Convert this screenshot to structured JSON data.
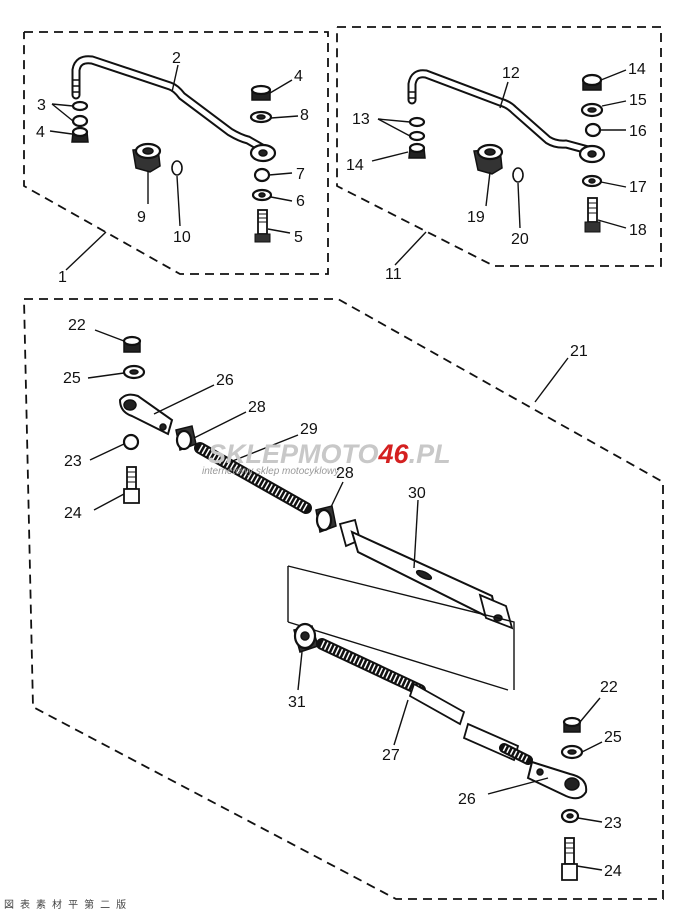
{
  "diagram": {
    "group_labels": {
      "a": "1",
      "b": "11",
      "c": "21"
    },
    "callouts": {
      "n2": "2",
      "n3": "3",
      "n4a": "4",
      "n4b": "4",
      "n5": "5",
      "n6": "6",
      "n7": "7",
      "n8": "8",
      "n9": "9",
      "n10": "10",
      "n12": "12",
      "n13": "13",
      "n14a": "14",
      "n14b": "14",
      "n15": "15",
      "n16": "16",
      "n17": "17",
      "n18": "18",
      "n19": "19",
      "n20": "20",
      "n22a": "22",
      "n22b": "22",
      "n23a": "23",
      "n23b": "23",
      "n24a": "24",
      "n24b": "24",
      "n25a": "25",
      "n25b": "25",
      "n26a": "26",
      "n26b": "26",
      "n27": "27",
      "n28a": "28",
      "n28b": "28",
      "n29": "29",
      "n30": "30",
      "n31": "31"
    }
  },
  "watermark": {
    "brand_a": "SKLEPMOTO",
    "brand_b": "46",
    "brand_c": ".PL",
    "tagline": "internetowy sklep motocyklowy",
    "color_gray": "#c8c8c8",
    "color_red": "#d42020"
  },
  "footer": {
    "code": "図 表 素 材  平  第 二 版"
  }
}
